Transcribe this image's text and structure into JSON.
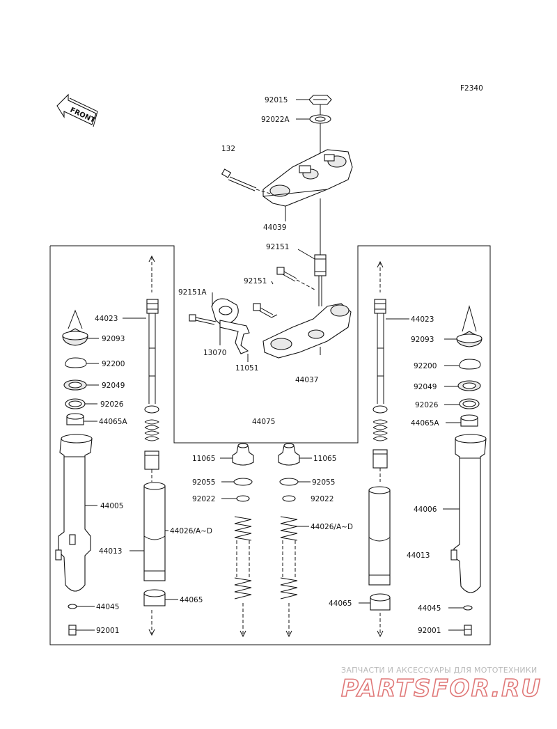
{
  "figure_code": "F2340",
  "front_marker": "FRONT",
  "labels": {
    "p92015": "92015",
    "p92022A": "92022A",
    "p132": "132",
    "p44039": "44039",
    "p92151_top": "92151",
    "p92151_mid": "92151",
    "p92151A": "92151A",
    "p13070": "13070",
    "p11051": "11051",
    "p44037": "44037",
    "p44075": "44075",
    "l44023": "44023",
    "l92093": "92093",
    "l92200": "92200",
    "l92049": "92049",
    "l92026": "92026",
    "l44065A": "44065A",
    "l44005": "44005",
    "l44013": "44013",
    "l44045": "44045",
    "l92001": "92001",
    "l44026": "44026/A~D",
    "l44065": "44065",
    "c11065L": "11065",
    "c92055L": "92055",
    "c92022L": "92022",
    "c11065R": "11065",
    "c92055R": "92055",
    "c92022R": "92022",
    "r44026": "44026/A~D",
    "r44023": "44023",
    "r92093": "92093",
    "r92200": "92200",
    "r92049": "92049",
    "r92026": "92026",
    "r44065A": "44065A",
    "r44006": "44006",
    "r44013": "44013",
    "r44065": "44065",
    "r44045": "44045",
    "r92001": "92001"
  },
  "watermark": {
    "tagline": "ЗАПЧАСТИ И АКСЕССУАРЫ ДЛЯ МОТОТЕХНИКИ",
    "brand": "PARTSFOR.RU"
  }
}
